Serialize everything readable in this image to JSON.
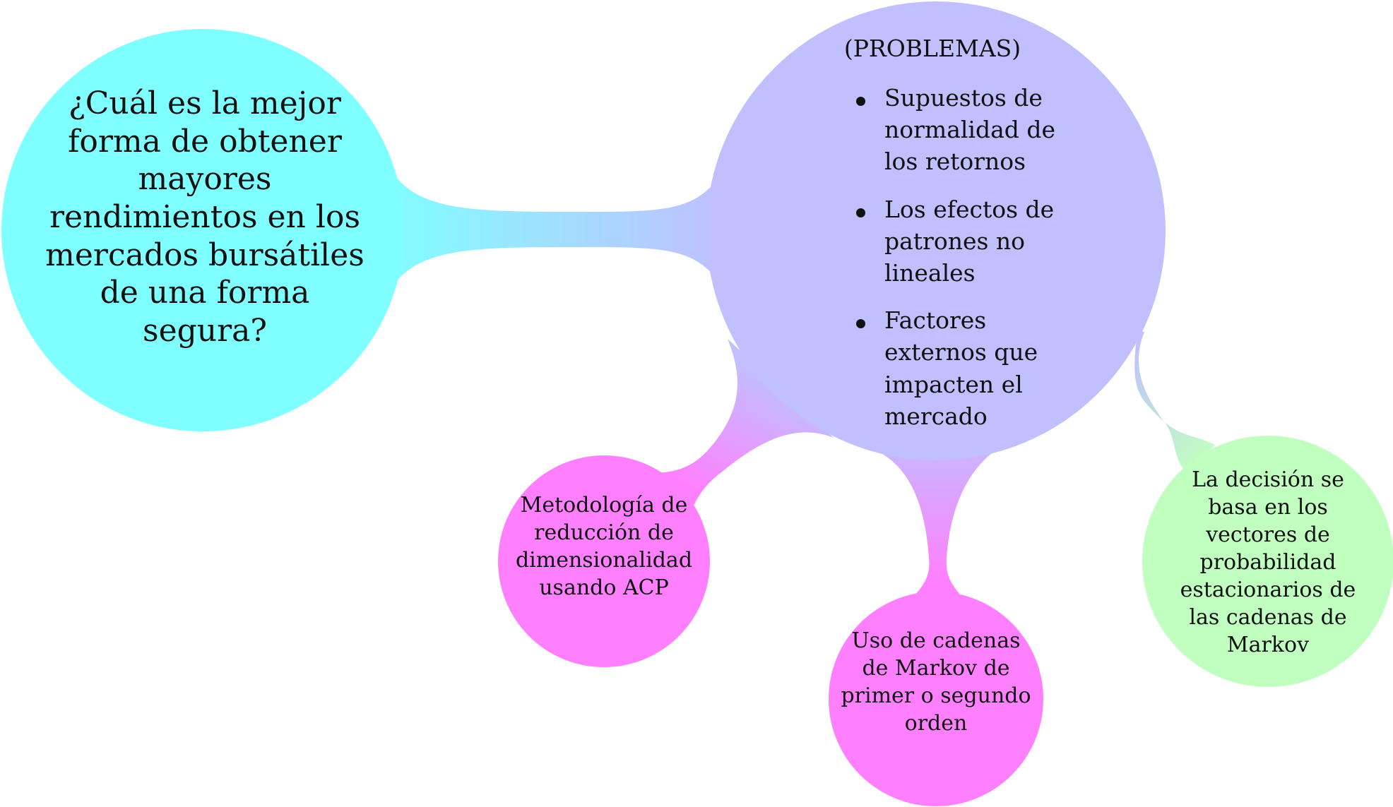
{
  "colors": {
    "main": "#7fffff",
    "problems": "#c0c0ff",
    "methodology": "#ff80ff",
    "markov": "#ff80ff",
    "decision": "#c0ffc0"
  },
  "main_concept": {
    "text": "¿Cuál es la mejor forma de obtener mayores rendimientos en los mercados bursátiles de una forma segura?"
  },
  "problems": {
    "title": "(PROBLEMAS)",
    "items": [
      "Supuestos de normalidad de los retornos",
      "Los efectos de patrones no lineales",
      "Factores externos que impacten el mercado"
    ]
  },
  "children": [
    {
      "text": "Metodología de reducción de dimensionalidad usando ACP"
    },
    {
      "text": "Uso de cadenas de Markov de primer o segundo orden"
    },
    {
      "text": "La decisión se basa en los vectores de probabilidad estacionarios de las cadenas de Markov"
    }
  ]
}
